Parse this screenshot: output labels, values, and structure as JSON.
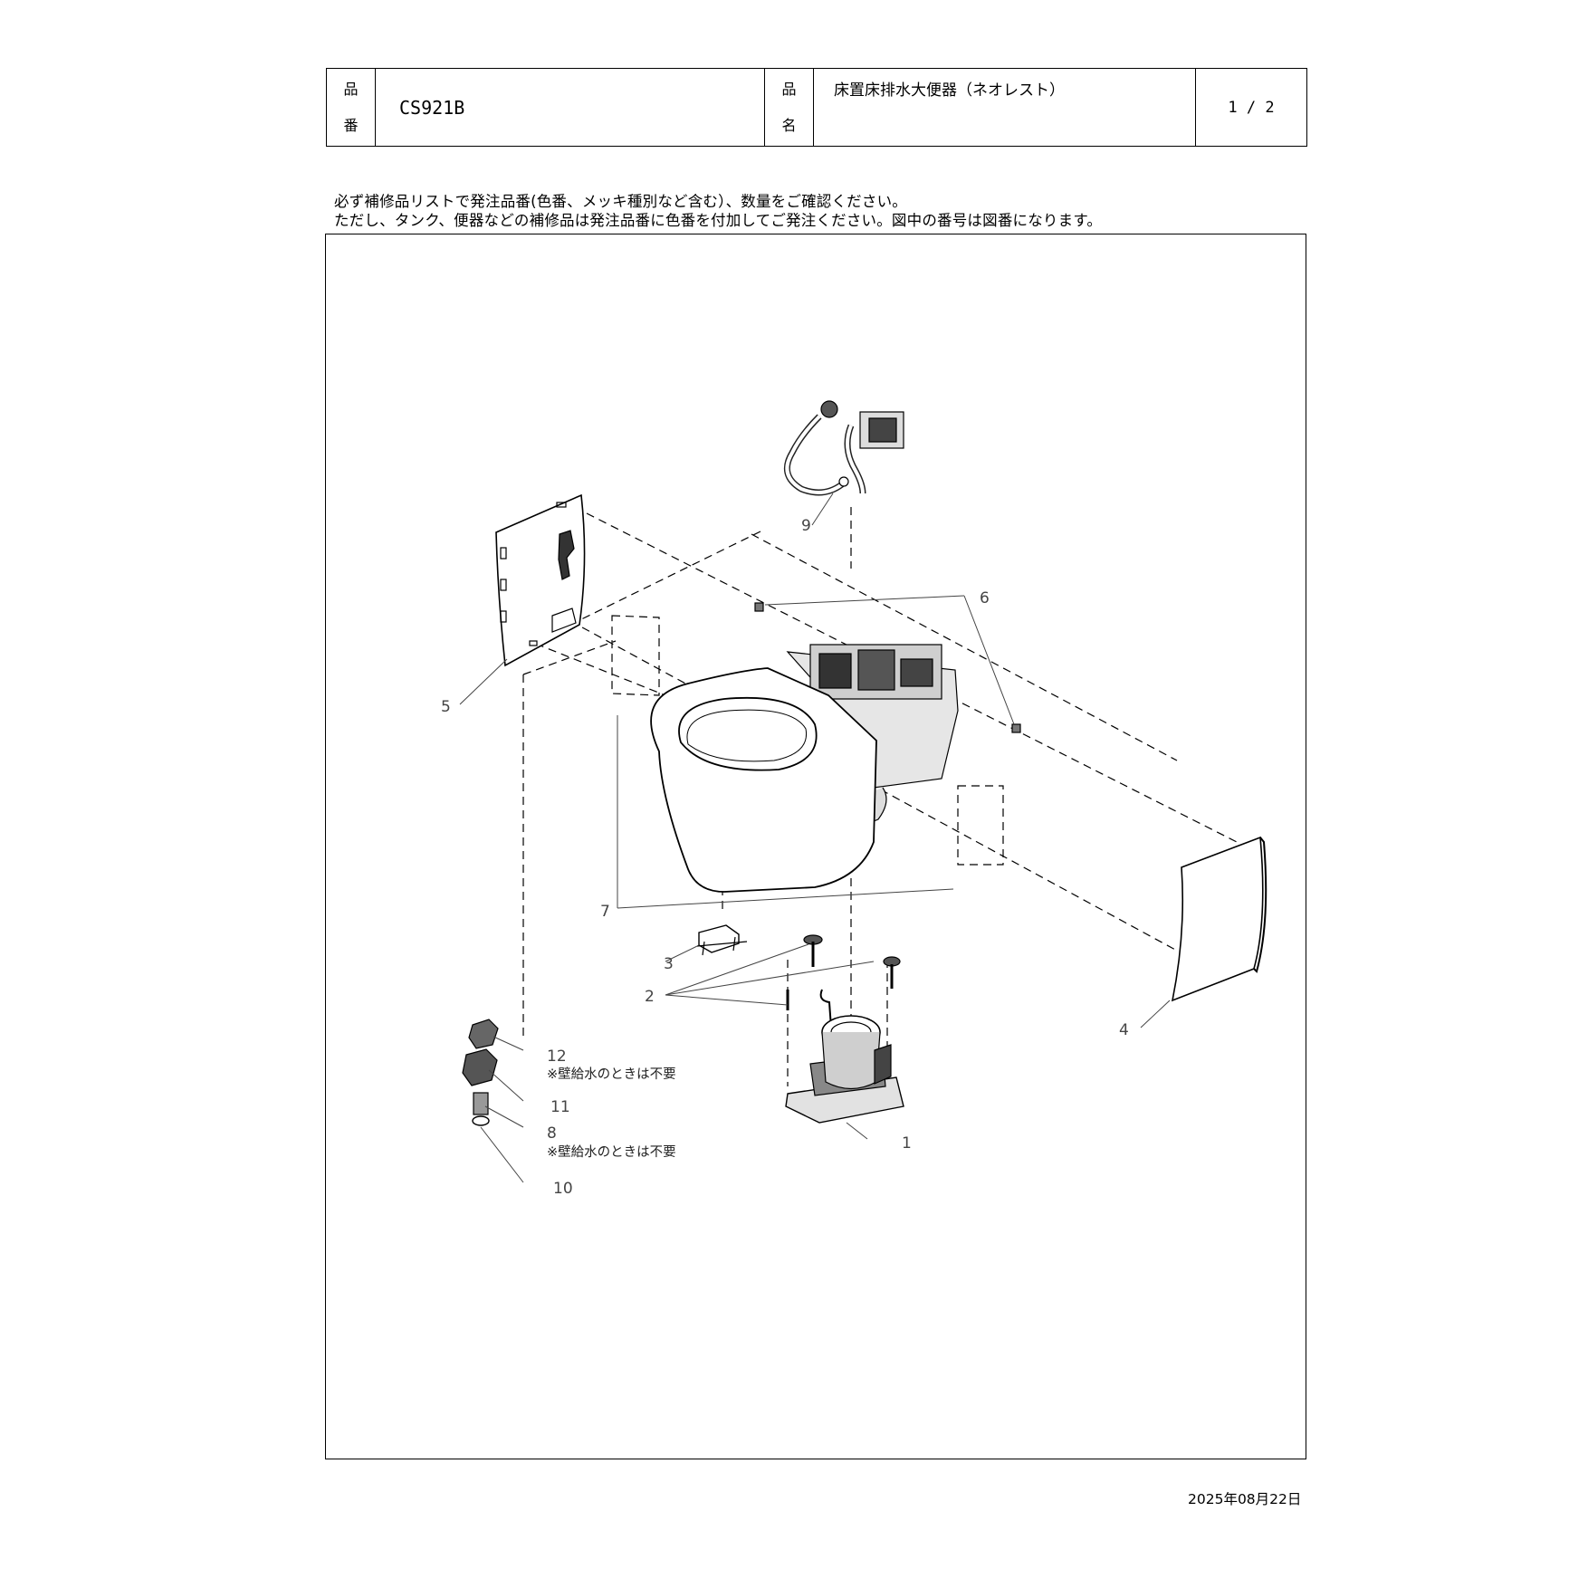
{
  "header": {
    "code_label": [
      "品",
      "番"
    ],
    "code": "CS921B",
    "name_label": [
      "品",
      "名"
    ],
    "product_name": "床置床排水大便器（ネオレスト）",
    "page": "1 / 2"
  },
  "notes": [
    "必ず補修品リストで発注品番(色番、メッキ種別など含む）、数量をご確認ください。",
    "ただし、タンク、便器などの補修品は発注品番に色番を付加してご発注ください。図中の番号は図番になります。"
  ],
  "callouts": {
    "c1": "1",
    "c2": "2",
    "c3": "3",
    "c4": "4",
    "c5": "5",
    "c6": "6",
    "c7": "7",
    "c8": "8",
    "c9": "9",
    "c10": "10",
    "c11": "11",
    "c12": "12",
    "note12": "※壁給水のときは不要",
    "note8": "※壁給水のときは不要"
  },
  "footer": {
    "date": "2025年08月22日"
  }
}
